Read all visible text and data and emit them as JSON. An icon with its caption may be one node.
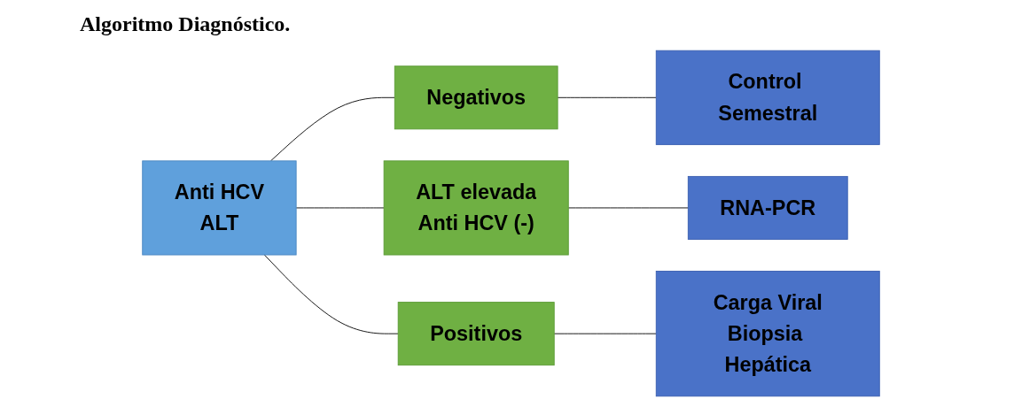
{
  "diagram": {
    "title": "Algoritmo Diagnóstico.",
    "nodes": [
      {
        "text": [
          "Anti HCV",
          "ALT"
        ]
      },
      {
        "text": [
          "Negativos"
        ]
      },
      {
        "text": [
          "ALT elevada",
          "Anti HCV (-)"
        ]
      },
      {
        "text": [
          "Positivos"
        ]
      },
      {
        "text": [
          "Control Semestral"
        ]
      },
      {
        "text": [
          "RNA-PCR"
        ]
      },
      {
        "text": [
          "Carga Viral",
          "Biopsia Hepática"
        ]
      }
    ],
    "edges": [
      {
        "from": 0,
        "to": 1,
        "arrow": "none"
      },
      {
        "from": 0,
        "to": 2,
        "arrow": "none"
      },
      {
        "from": 0,
        "to": 3,
        "arrow": "none"
      },
      {
        "from": 1,
        "to": 4,
        "arrow": "none"
      },
      {
        "from": 2,
        "to": 5,
        "arrow": "none"
      },
      {
        "from": 3,
        "to": 6,
        "arrow": "none"
      }
    ]
  }
}
